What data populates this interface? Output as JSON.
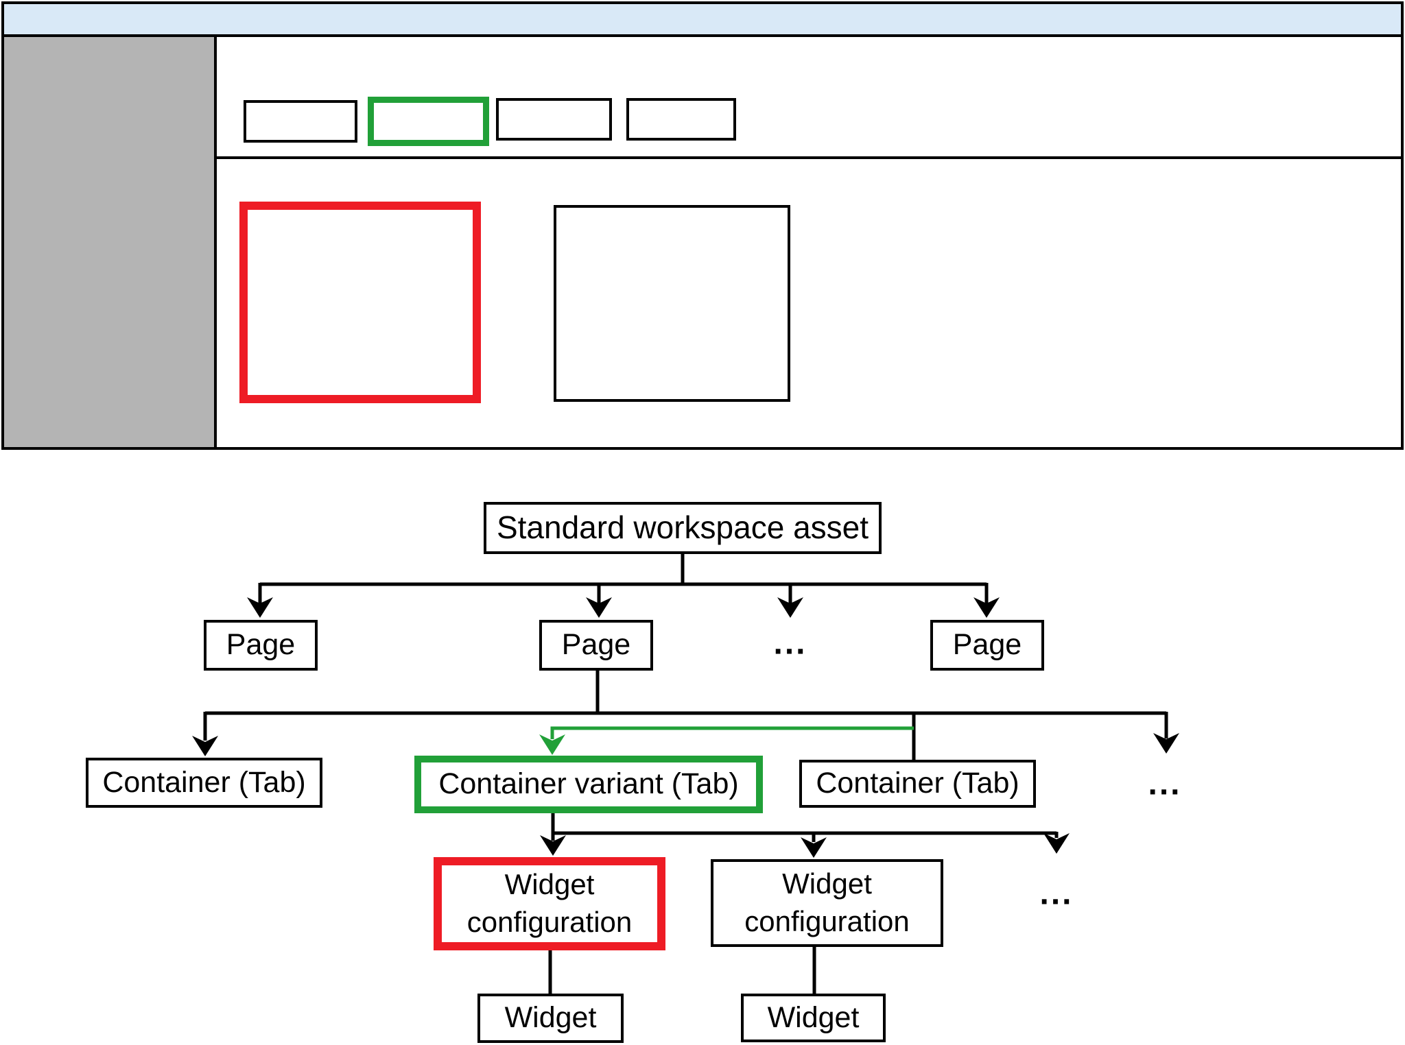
{
  "colors": {
    "accent_green": "#21a038",
    "accent_red": "#ee1c25",
    "titlebar_blue": "#d9e9f7",
    "sidebar_gray": "#b4b4b4",
    "line_black": "#000000"
  },
  "tree": {
    "root": "Standard workspace asset",
    "pages": [
      "Page",
      "Page",
      "Page"
    ],
    "pages_ellipsis": "...",
    "containers": [
      "Container (Tab)",
      "Container variant (Tab)",
      "Container (Tab)"
    ],
    "containers_ellipsis": "...",
    "widget_configs": [
      "Widget configuration",
      "Widget configuration"
    ],
    "widget_configs_ellipsis": "...",
    "widgets": [
      "Widget",
      "Widget"
    ]
  }
}
